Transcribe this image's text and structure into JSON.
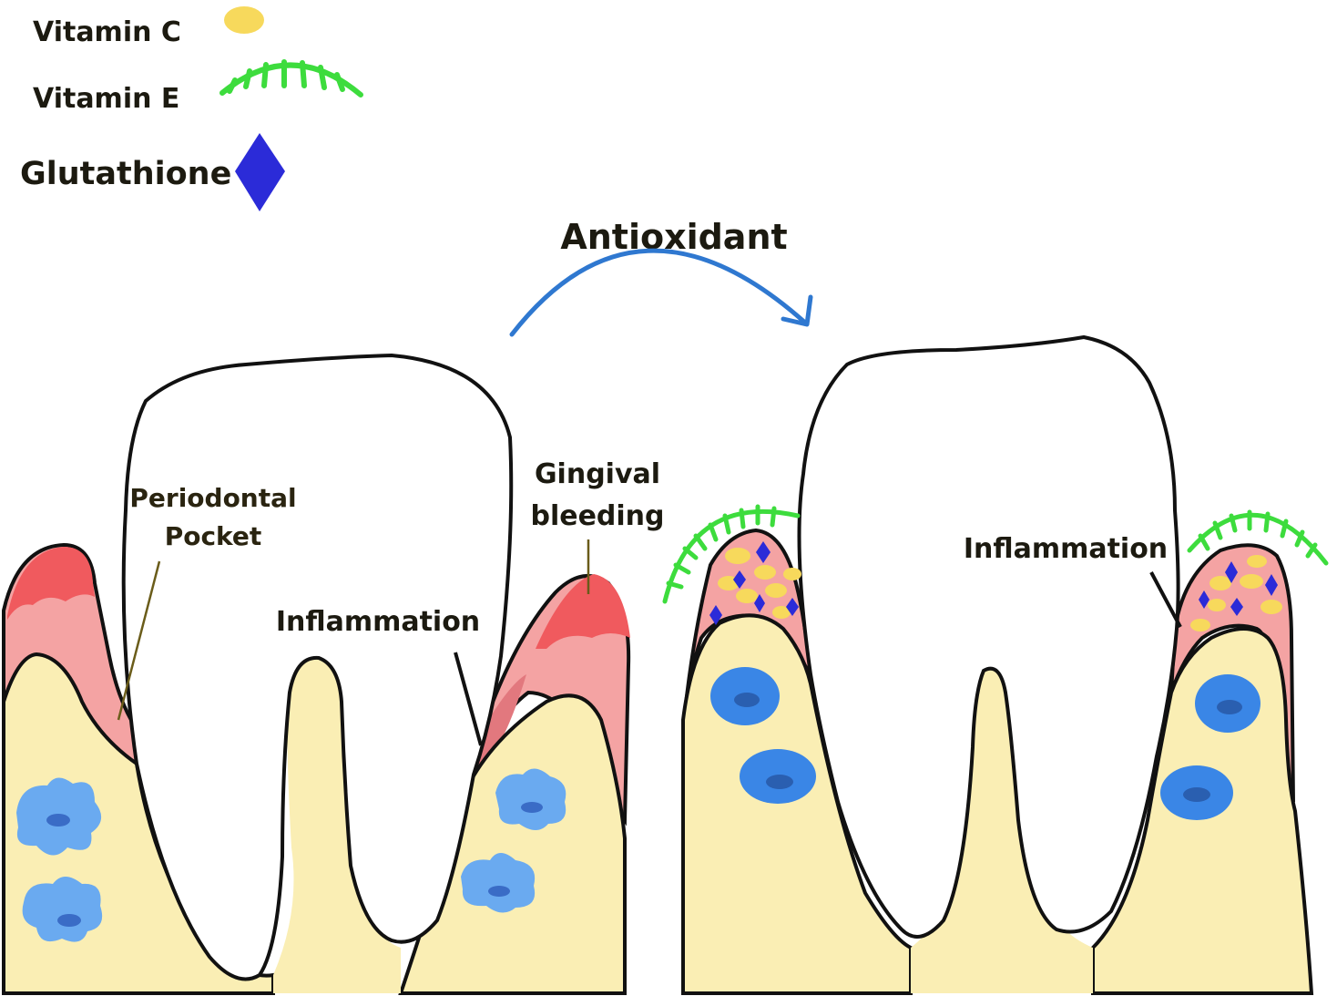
{
  "legend": {
    "items": [
      {
        "label": "Vitamin C",
        "symbol": "yellow-ellipse",
        "color": "#f7d95c"
      },
      {
        "label": "Vitamin E",
        "symbol": "green-comb-arc",
        "color": "#3ddc3d"
      },
      {
        "label": "Glutathione",
        "symbol": "blue-diamond",
        "color": "#2b2bd8"
      }
    ]
  },
  "process": {
    "arrow_label": "Antioxidant",
    "arrow_color": "#2f78d0"
  },
  "left_panel": {
    "labels": {
      "periodontal_pocket_line1": "Periodontal",
      "periodontal_pocket_line2": "Pocket",
      "gingival_bleeding_line1": "Gingival",
      "gingival_bleeding_line2": "bleeding",
      "inflammation": "Inflammation"
    }
  },
  "right_panel": {
    "labels": {
      "inflammation": "Inflammation"
    }
  },
  "colors": {
    "bone": "#faeeb4",
    "gum_pink": "#f4a3a3",
    "bleeding_red": "#f05a5e",
    "inflamed_red": "#e2787e",
    "cell_blue": "#6aaaf0",
    "cell_blue_dark": "#3a86e6",
    "nucleus": "#3a6cc6",
    "outline": "#111111"
  }
}
